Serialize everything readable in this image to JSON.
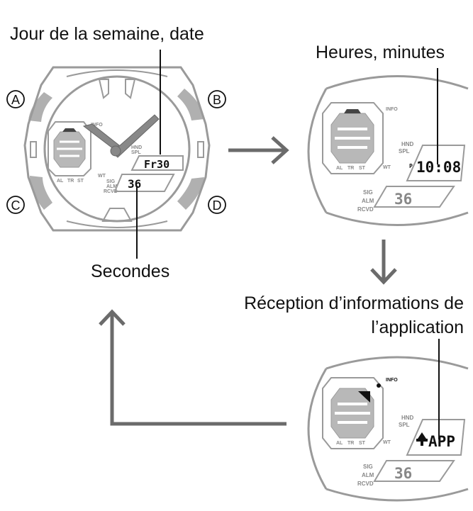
{
  "captions": {
    "day_date": "Jour de la semaine, date",
    "hours_minutes": "Heures, minutes",
    "seconds": "Secondes",
    "reception_line1": "Réception d’informations de",
    "reception_line2": "l’application"
  },
  "buttons": {
    "a": "A",
    "b": "B",
    "c": "C",
    "d": "D"
  },
  "watch_labels": {
    "info": "INFO",
    "hnd": "HND",
    "spl": "SPL",
    "wt": "WT",
    "sig": "SIG",
    "alm": "ALM",
    "rcvd": "RCVD",
    "al": "AL",
    "tr": "TR",
    "st": "ST",
    "pm": "P"
  },
  "displays": {
    "watch1_top": "Fr30",
    "watch1_bottom": "36",
    "watch2_top": "10:08",
    "watch2_bottom": "36",
    "watch3_top": "APP",
    "watch3_bottom": "36"
  },
  "colors": {
    "outline": "#9a9a9a",
    "button": "#b0b0b0",
    "arrow": "#6b6b6b",
    "leader": "#111111"
  }
}
